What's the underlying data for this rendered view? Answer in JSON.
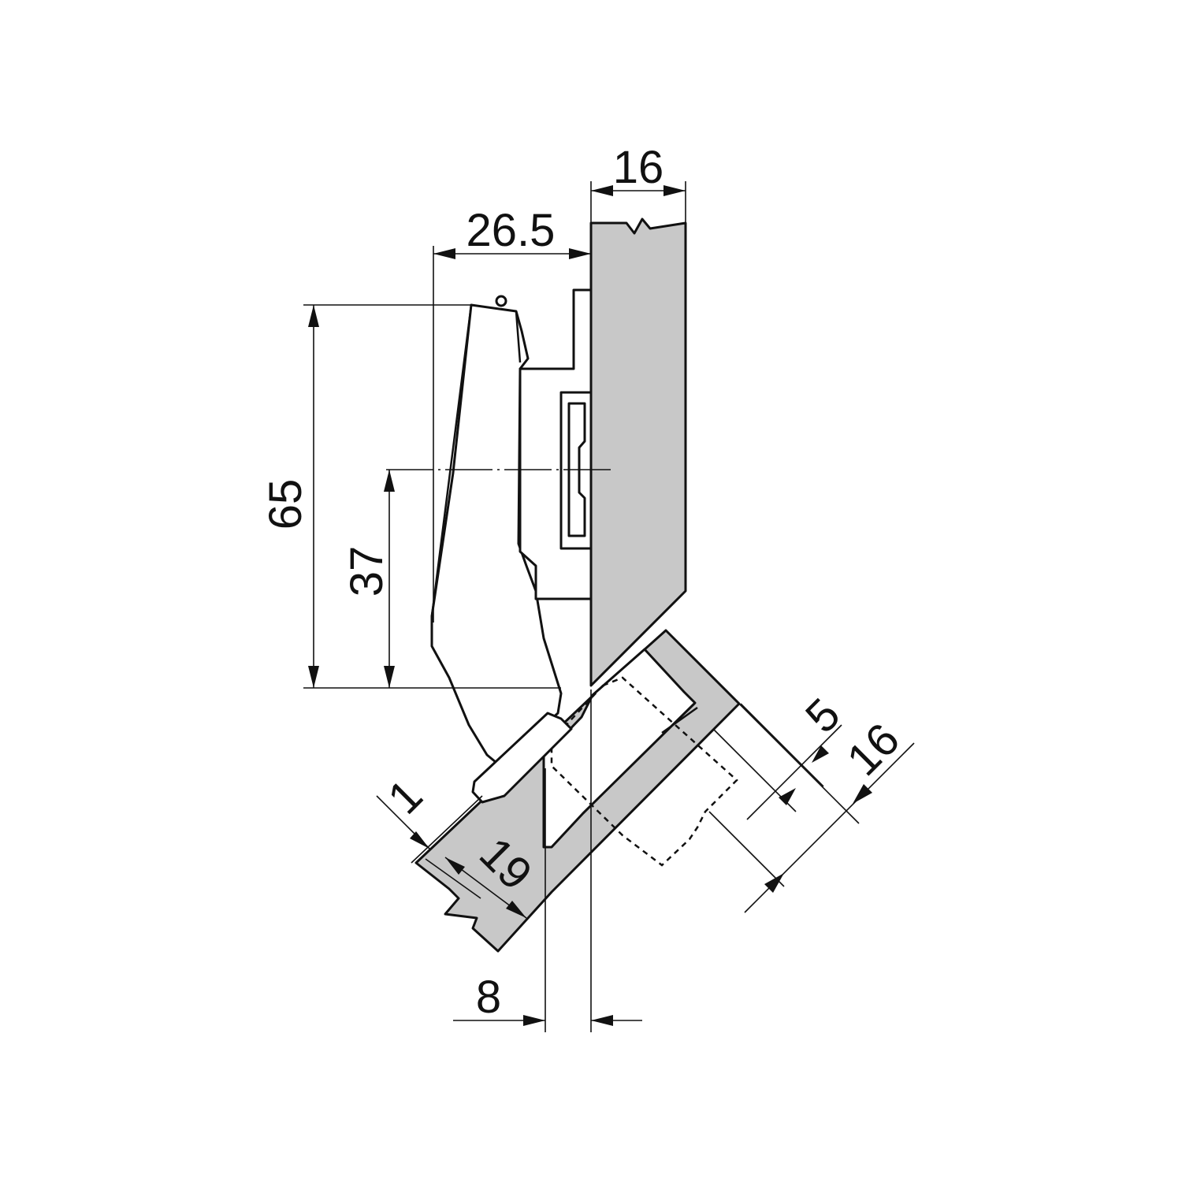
{
  "colors": {
    "panel_fill": "#c8c8c8",
    "line": "#111111",
    "background": "#ffffff"
  },
  "dimensions": {
    "side_thickness": "16",
    "hinge_depth": "26.5",
    "plate_height": "65",
    "cup_center": "37",
    "door_thickness": "16",
    "edge_distance": "5",
    "overlay_gap": "1",
    "cup_depth": "19",
    "offset": "8"
  }
}
